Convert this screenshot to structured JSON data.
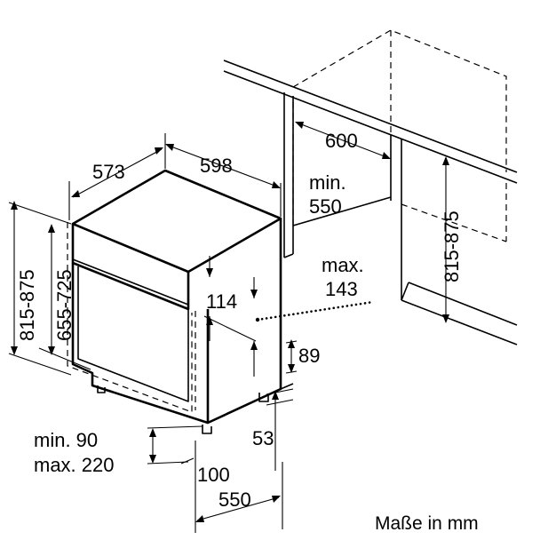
{
  "dimensions": {
    "width_598": "598",
    "depth_573": "573",
    "niche_width_600": "600",
    "niche_depth_min_label": "min.",
    "niche_depth_min_value": "550",
    "niche_height_815_875": "815-875",
    "appliance_height_815_875": "815-875",
    "appliance_height_655_725": "655-725",
    "panel_114": "114",
    "max_label": "max.",
    "max_value": "143",
    "dim_89": "89",
    "dim_53": "53",
    "plinth_min": "min. 90",
    "plinth_max": "max. 220",
    "dim_100": "100",
    "depth_550": "550"
  },
  "units_note": "Maße in mm"
}
